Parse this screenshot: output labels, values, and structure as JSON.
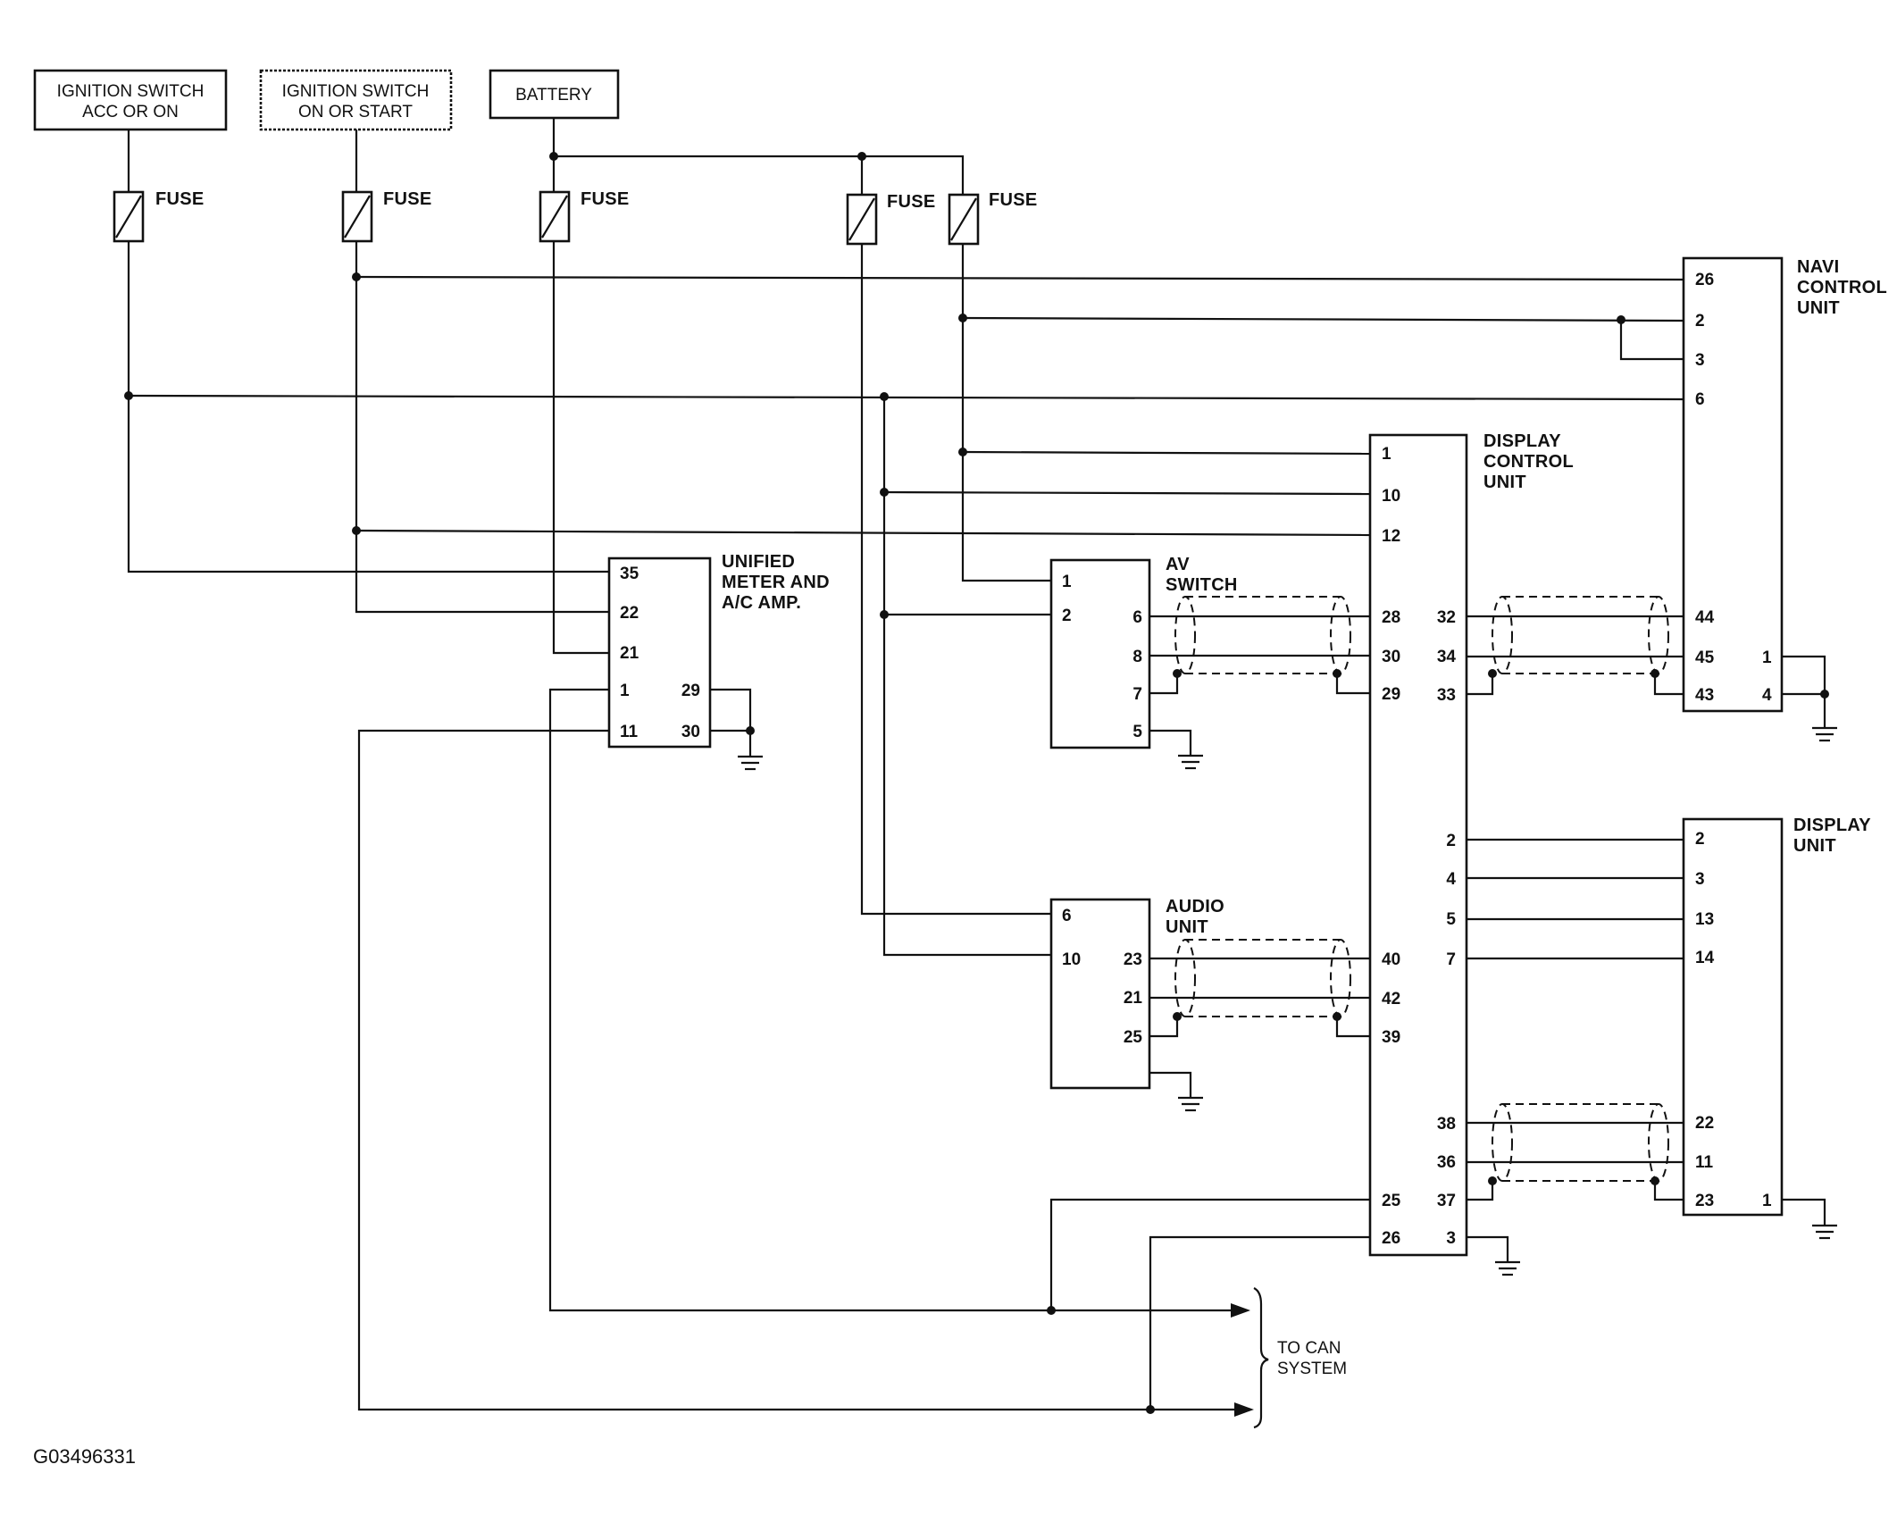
{
  "sources": {
    "acc": [
      "IGNITION SWITCH",
      "ACC OR ON"
    ],
    "ign": [
      "IGNITION SWITCH",
      "ON OR START"
    ],
    "battery": "BATTERY"
  },
  "fuse_label": "FUSE",
  "units": {
    "navi": [
      "NAVI",
      "CONTROL",
      "UNIT"
    ],
    "display_control": [
      "DISPLAY",
      "CONTROL",
      "UNIT"
    ],
    "unified_meter": [
      "UNIFIED",
      "METER AND",
      "A/C AMP."
    ],
    "av_switch": [
      "AV",
      "SWITCH"
    ],
    "audio": [
      "AUDIO",
      "UNIT"
    ],
    "display": [
      "DISPLAY",
      "UNIT"
    ]
  },
  "can_label": [
    "TO CAN",
    "SYSTEM"
  ],
  "figure_id": "G03496331",
  "pins": {
    "navi_left": [
      "26",
      "2",
      "3",
      "6",
      "44",
      "45",
      "43"
    ],
    "navi_right": [
      "1",
      "4"
    ],
    "dcu_left": [
      "1",
      "10",
      "12",
      "28",
      "30",
      "29",
      "40",
      "42",
      "39",
      "25",
      "26"
    ],
    "dcu_right": [
      "32",
      "34",
      "33",
      "2",
      "4",
      "5",
      "7",
      "38",
      "36",
      "37",
      "3"
    ],
    "meter_left": [
      "35",
      "22",
      "21",
      "1",
      "11"
    ],
    "meter_right": [
      "29",
      "30"
    ],
    "av_left": [
      "1",
      "2"
    ],
    "av_right": [
      "6",
      "8",
      "7",
      "5"
    ],
    "audio_left": [
      "6",
      "10"
    ],
    "audio_right": [
      "23",
      "21",
      "25"
    ],
    "disp_left": [
      "2",
      "3",
      "13",
      "14",
      "22",
      "11",
      "23"
    ],
    "disp_right": [
      "1"
    ]
  }
}
